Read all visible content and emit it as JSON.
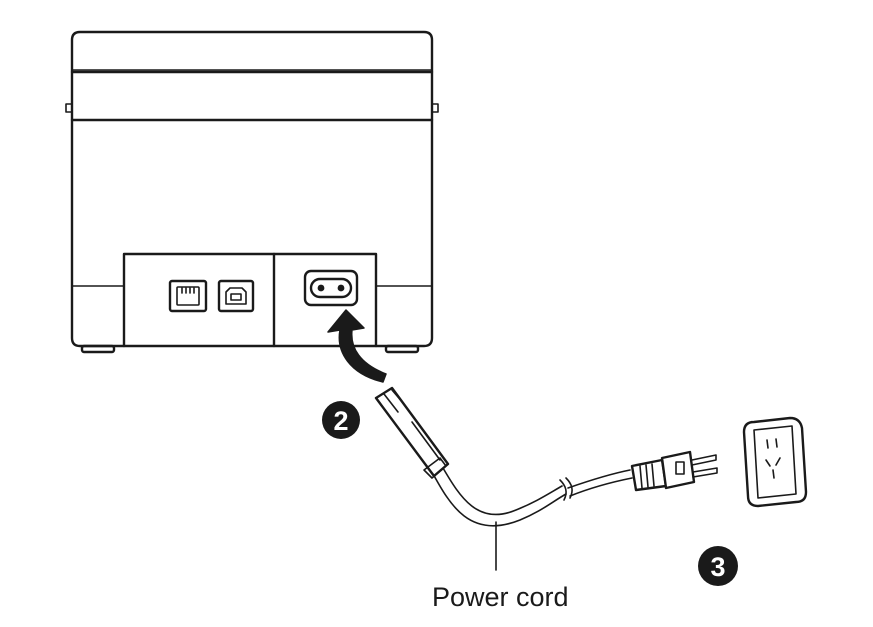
{
  "figure": {
    "steps": [
      {
        "number": "2"
      },
      {
        "number": "3"
      }
    ],
    "label": "Power cord",
    "icons": [
      "printer-back-icon",
      "rj11-port-icon",
      "usb-b-port-icon",
      "iec-c8-inlet-icon",
      "insert-arrow-icon",
      "c7-connector-icon",
      "ac-plug-icon",
      "wall-socket-icon"
    ],
    "colors": {
      "line": "#1a1a1a",
      "background": "#ffffff"
    }
  }
}
